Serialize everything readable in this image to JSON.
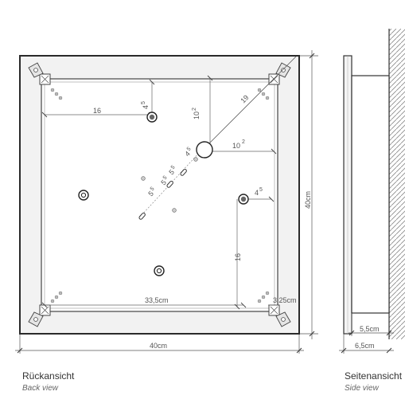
{
  "back_view": {
    "caption": "Rückansicht",
    "caption_en": "Back view",
    "dims": {
      "d16_top": "16",
      "d4_5_top": "4",
      "d4_5_top_sup": "5",
      "d10_2_vert": "10",
      "d10_2_vert_sup": "2",
      "d19": "19",
      "d10_2_horiz": "10",
      "d10_2_horiz_sup": "2",
      "d4_5_mid": "4",
      "d4_5_mid_sup": "5",
      "d5_5_a": "5",
      "d5_5_a_sup": "5",
      "d5_5_b": "5",
      "d5_5_b_sup": "5",
      "d5_5_c": "5",
      "d5_5_c_sup": "5",
      "d4_5_diag": "4",
      "d4_5_diag_sup": "5",
      "d16_right": "16",
      "d33_5": "33,5cm",
      "d3_25": "3,25cm",
      "d40_bottom": "40cm",
      "d40_right": "40cm"
    }
  },
  "side_view": {
    "caption": "Seitenansicht",
    "caption_en": "Side view",
    "dims": {
      "d5_5": "5,5cm",
      "d6_5": "6,5cm"
    }
  }
}
